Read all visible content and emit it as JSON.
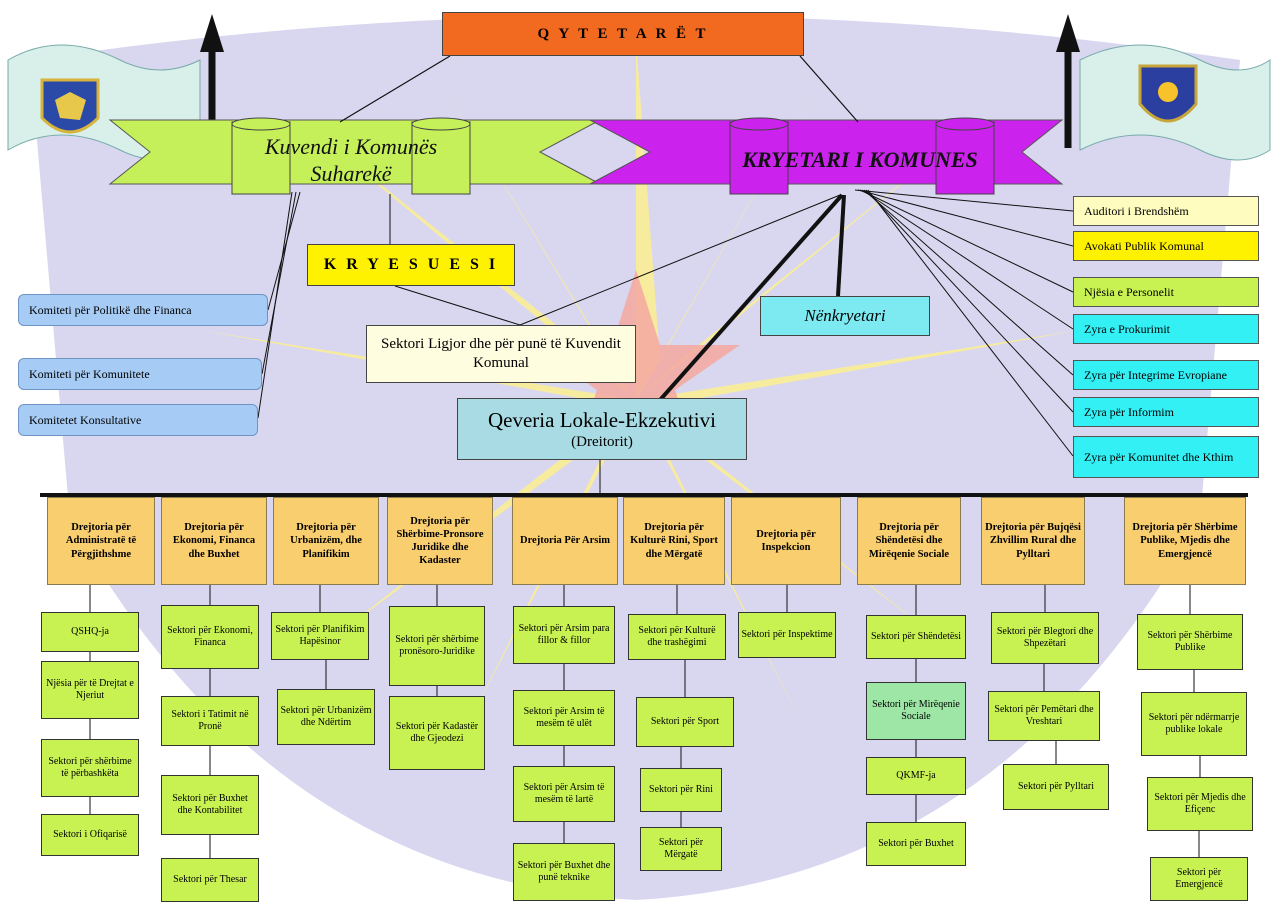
{
  "colors": {
    "citizens_bg": "#f26a1f",
    "assembly_bg": "#c6f05a",
    "mayor_bg": "#cc22ee",
    "chair_bg": "#fff200",
    "committee_bg": "#a6cbf4",
    "cyan_bg": "#33f0f5",
    "government_bg": "#a8dbe3",
    "directorate_bg": "#f9ce6f",
    "sector_bg": "#c8f252",
    "sector_alt_bg": "#9de6a6"
  },
  "top": {
    "citizens": "Q Y T E T A R Ë T",
    "assembly": "Kuvendi i Komunës Suharekë",
    "mayor": "KRYETARI I KOMUNES",
    "chair": "K R Y E S U E S I",
    "deputy_mayor": "Nënkryetari",
    "legal_sector": "Sektori Ligjor dhe për punë të Kuvendit Komunal",
    "government_title": "Qeveria Lokale-Ekzekutivi",
    "government_sub": "(Dreitorit)"
  },
  "committees": [
    "Komiteti për Politikë dhe Financa",
    "Komiteti për Komunitete",
    "Komitetet Konsultative"
  ],
  "right_offices": [
    {
      "label": "Auditori i Brendshëm",
      "color": "#fffcc0"
    },
    {
      "label": "Avokati Publik Komunal",
      "color": "#fff200"
    },
    {
      "label": "Njësia e Personelit",
      "color": "#c8f252"
    },
    {
      "label": "Zyra e Prokurimit",
      "color": "#33f0f5"
    },
    {
      "label": "Zyra për Integrime Evropiane",
      "color": "#33f0f5"
    },
    {
      "label": "Zyra për Informim",
      "color": "#33f0f5"
    },
    {
      "label": "Zyra për Komunitet dhe Kthim",
      "color": "#33f0f5"
    }
  ],
  "directorates": [
    {
      "label": "Drejtoria për Administratë të Përgjithshme",
      "sectors": [
        "QSHQ-ja",
        "Njësia për të Drejtat e Njeriut",
        "Sektori për shërbime të përbashkëta",
        "Sektori i Ofiqarisë"
      ]
    },
    {
      "label": "Drejtoria për Ekonomi, Financa dhe Buxhet",
      "sectors": [
        "Sektori për Ekonomi, Financa",
        "Sektori i Tatimit në Pronë",
        "Sektori për Buxhet dhe Kontabilitet",
        "Sektori për Thesar"
      ]
    },
    {
      "label": "Drejtoria për Urbanizëm, dhe Planifikim",
      "sectors": [
        "Sektori për Planifikim Hapësinor",
        "Sektori për Urbanizëm dhe Ndërtim"
      ]
    },
    {
      "label": "Drejtoria për Shërbime-Pronsore Juridike dhe Kadaster",
      "sectors": [
        "Sektori për shërbime pronësoro-Juridike",
        "Sektori për Kadastër dhe Gjeodezi"
      ]
    },
    {
      "label": "Drejtoria Për Arsim",
      "sectors": [
        "Sektori për Arsim para fillor & fillor",
        "Sektori për Arsim të mesëm të ulët",
        "Sektori për Arsim të mesëm të lartë",
        "Sektori për Buxhet dhe punë teknike"
      ]
    },
    {
      "label": "Drejtoria për Kulturë Rini, Sport dhe Mërgatë",
      "sectors": [
        "Sektori për Kulturë dhe trashëgimi",
        "Sektori për Sport",
        "Sektori për Rini",
        "Sektori për Mërgatë"
      ]
    },
    {
      "label": "Drejtoria për Inspekcion",
      "sectors": [
        "Sektori për Inspektime"
      ]
    },
    {
      "label": "Drejtoria për Shëndetësi dhe Mirëqenie Sociale",
      "sectors": [
        "Sektori për Shëndetësi",
        "Sektori për Mirëqenie Sociale",
        "QKMF-ja",
        "Sektori për Buxhet"
      ]
    },
    {
      "label": "Drejtoria për Bujqësi Zhvillim Rural dhe Pylltari",
      "sectors": [
        "Sektori për Blegtori dhe Shpezëtari",
        "Sektori për Pemëtari dhe Vreshtari",
        "Sektori për Pylltari"
      ]
    },
    {
      "label": "Drejtoria për Shërbime Publike, Mjedis dhe Emergjencë",
      "sectors": [
        "Sektori për Shërbime Publike",
        "Sektori për ndërmarrje publike lokale",
        "Sektori për Mjedis dhe Efiçenc",
        "Sektori për Emergjencë"
      ]
    }
  ]
}
